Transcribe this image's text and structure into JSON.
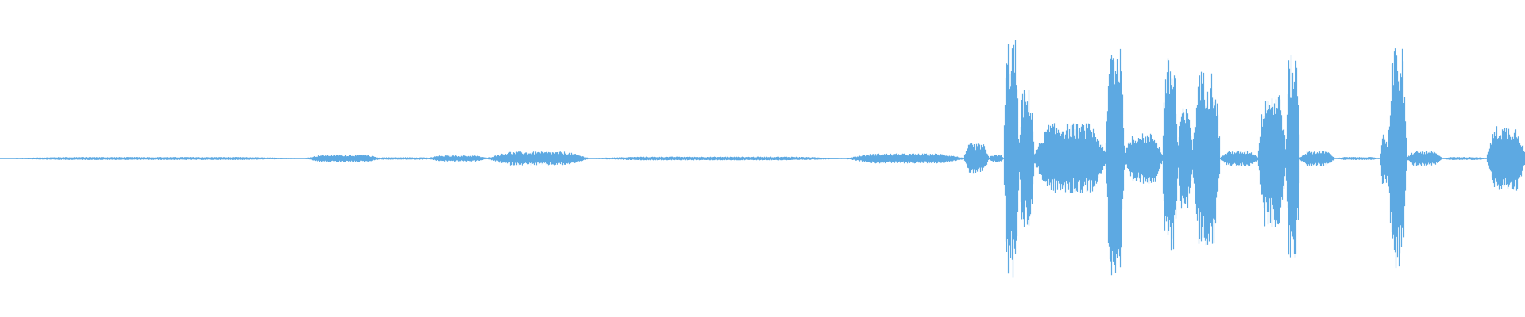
{
  "waveform": {
    "color": "#5DA9E2",
    "background": "#FFFFFF",
    "baseline": 0,
    "amplitude_range": [
      -1,
      1
    ],
    "duration_fraction_range": [
      0,
      1
    ],
    "bursts": [
      {
        "start": 0.0,
        "end": 0.2,
        "amp": 0.012
      },
      {
        "start": 0.2,
        "end": 0.25,
        "amp": 0.03
      },
      {
        "start": 0.28,
        "end": 0.32,
        "amp": 0.025
      },
      {
        "start": 0.32,
        "end": 0.385,
        "amp": 0.055
      },
      {
        "start": 0.385,
        "end": 0.555,
        "amp": 0.015
      },
      {
        "start": 0.556,
        "end": 0.632,
        "amp": 0.04
      },
      {
        "start": 0.632,
        "end": 0.648,
        "amp": 0.12
      },
      {
        "start": 0.648,
        "end": 0.658,
        "amp": 0.03
      },
      {
        "start": 0.658,
        "end": 0.668,
        "amp": 0.95
      },
      {
        "start": 0.668,
        "end": 0.678,
        "amp": 0.55
      },
      {
        "start": 0.678,
        "end": 0.725,
        "amp": 0.28
      },
      {
        "start": 0.725,
        "end": 0.737,
        "amp": 0.95
      },
      {
        "start": 0.737,
        "end": 0.762,
        "amp": 0.2
      },
      {
        "start": 0.762,
        "end": 0.772,
        "amp": 0.8
      },
      {
        "start": 0.772,
        "end": 0.782,
        "amp": 0.4
      },
      {
        "start": 0.782,
        "end": 0.8,
        "amp": 0.7
      },
      {
        "start": 0.8,
        "end": 0.825,
        "amp": 0.06
      },
      {
        "start": 0.825,
        "end": 0.843,
        "amp": 0.55
      },
      {
        "start": 0.843,
        "end": 0.852,
        "amp": 0.82
      },
      {
        "start": 0.852,
        "end": 0.875,
        "amp": 0.06
      },
      {
        "start": 0.875,
        "end": 0.905,
        "amp": 0.012
      },
      {
        "start": 0.905,
        "end": 0.91,
        "amp": 0.2
      },
      {
        "start": 0.91,
        "end": 0.922,
        "amp": 0.88
      },
      {
        "start": 0.922,
        "end": 0.945,
        "amp": 0.06
      },
      {
        "start": 0.945,
        "end": 0.975,
        "amp": 0.012
      },
      {
        "start": 0.975,
        "end": 1.0,
        "amp": 0.26
      }
    ]
  }
}
